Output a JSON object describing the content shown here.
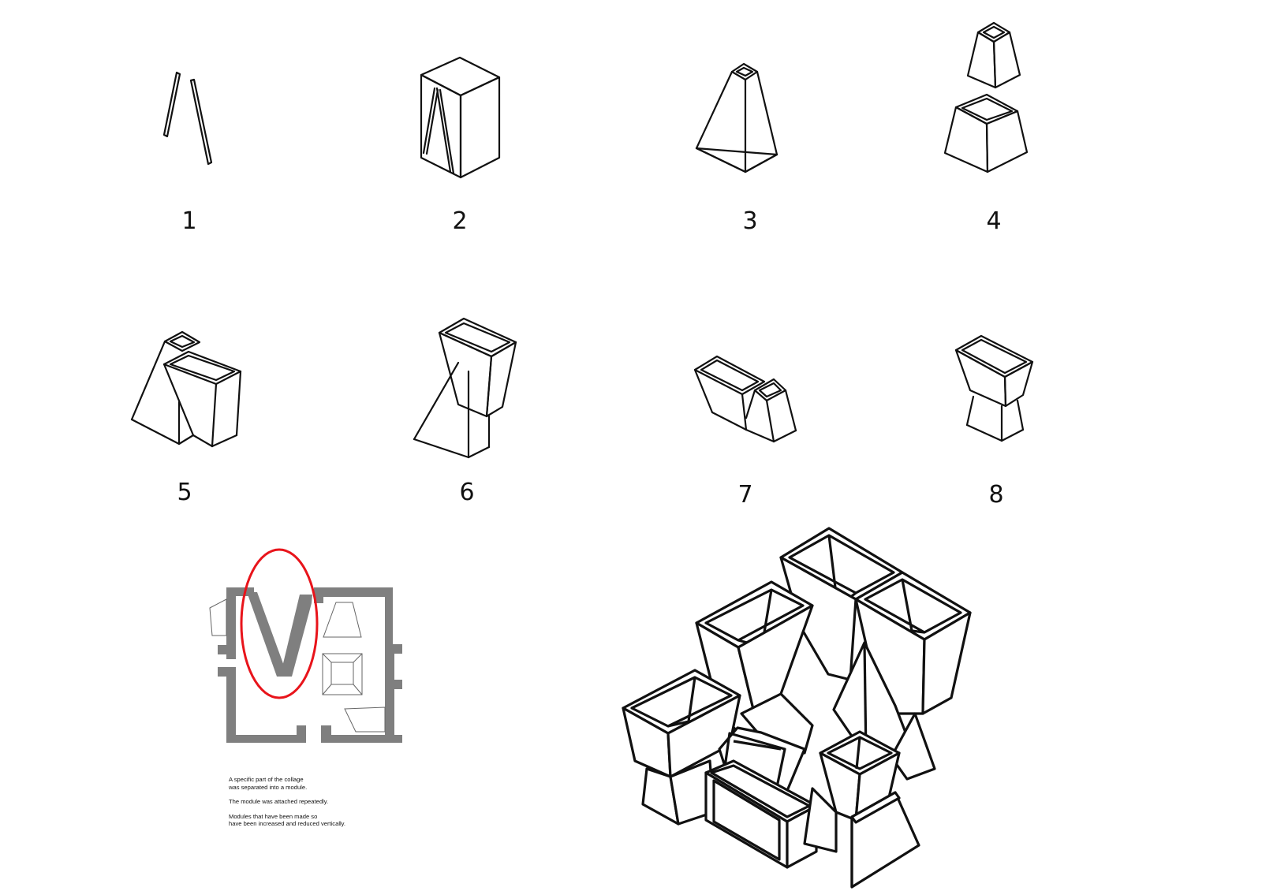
{
  "steps": [
    {
      "number": "1"
    },
    {
      "number": "2"
    },
    {
      "number": "3"
    },
    {
      "number": "4"
    },
    {
      "number": "5"
    },
    {
      "number": "6"
    },
    {
      "number": "7"
    },
    {
      "number": "8"
    }
  ],
  "caption": {
    "p1_line1": "A specific part of the collage",
    "p1_line2": "was separated into a module.",
    "p2": "The module was attached repeatedly.",
    "p3_line1": "Modules that have been made so",
    "p3_line2": "have been increased and reduced vertically."
  },
  "colors": {
    "stroke": "#111111",
    "wall": "#7f7f7f",
    "highlight": "#e8141b",
    "background": "#ffffff"
  },
  "icons": [
    "stick-pair-icon",
    "box-with-diagonal-icon",
    "tapered-tower-icon",
    "split-frustum-icon",
    "combined-module-icon",
    "inverted-frustum-icon",
    "horizontal-module-icon",
    "stacked-frustum-icon"
  ]
}
